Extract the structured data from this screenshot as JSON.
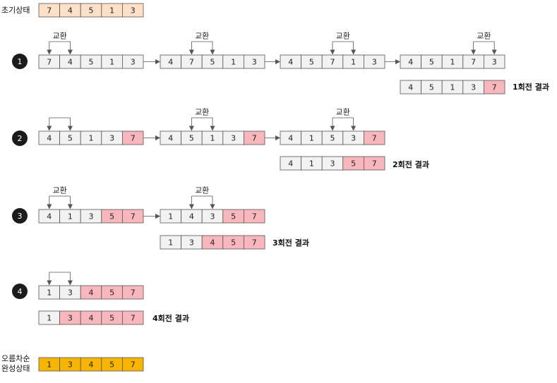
{
  "initial": {
    "label": "초기상태",
    "values": [
      "7",
      "4",
      "5",
      "1",
      "3"
    ]
  },
  "final": {
    "label_line1": "오름차순",
    "label_line2": "완성상태",
    "values": [
      "1",
      "3",
      "4",
      "5",
      "7"
    ]
  },
  "swap_label": "교환",
  "passes": [
    {
      "number": "1",
      "states": [
        {
          "values": [
            "7",
            "4",
            "5",
            "1",
            "3"
          ],
          "sorted_count": 0,
          "arrow_between": [
            0,
            1
          ],
          "arrow_label": true
        },
        {
          "values": [
            "4",
            "7",
            "5",
            "1",
            "3"
          ],
          "sorted_count": 0,
          "arrow_between": [
            1,
            2
          ],
          "arrow_label": true
        },
        {
          "values": [
            "4",
            "5",
            "7",
            "1",
            "3"
          ],
          "sorted_count": 0,
          "arrow_between": [
            2,
            3
          ],
          "arrow_label": true
        },
        {
          "values": [
            "4",
            "5",
            "1",
            "7",
            "3"
          ],
          "sorted_count": 0,
          "arrow_between": [
            3,
            4
          ],
          "arrow_label": true
        }
      ],
      "result": {
        "values": [
          "4",
          "5",
          "1",
          "3",
          "7"
        ],
        "sorted_count": 1,
        "label": "1회전 결과"
      }
    },
    {
      "number": "2",
      "states": [
        {
          "values": [
            "4",
            "5",
            "1",
            "3",
            "7"
          ],
          "sorted_count": 1,
          "arrow_between": [
            0,
            1
          ],
          "arrow_label": false
        },
        {
          "values": [
            "4",
            "5",
            "1",
            "3",
            "7"
          ],
          "sorted_count": 1,
          "arrow_between": [
            1,
            2
          ],
          "arrow_label": true
        },
        {
          "values": [
            "4",
            "1",
            "5",
            "3",
            "7"
          ],
          "sorted_count": 1,
          "arrow_between": [
            2,
            3
          ],
          "arrow_label": true
        }
      ],
      "result": {
        "values": [
          "4",
          "1",
          "3",
          "5",
          "7"
        ],
        "sorted_count": 2,
        "label": "2회전 결과"
      }
    },
    {
      "number": "3",
      "states": [
        {
          "values": [
            "4",
            "1",
            "3",
            "5",
            "7"
          ],
          "sorted_count": 2,
          "arrow_between": [
            0,
            1
          ],
          "arrow_label": true
        },
        {
          "values": [
            "1",
            "4",
            "3",
            "5",
            "7"
          ],
          "sorted_count": 2,
          "arrow_between": [
            1,
            2
          ],
          "arrow_label": true
        }
      ],
      "result": {
        "values": [
          "1",
          "3",
          "4",
          "5",
          "7"
        ],
        "sorted_count": 3,
        "label": "3회전 결과"
      }
    },
    {
      "number": "4",
      "states": [
        {
          "values": [
            "1",
            "3",
            "4",
            "5",
            "7"
          ],
          "sorted_count": 3,
          "arrow_between": [
            0,
            1
          ],
          "arrow_label": false
        }
      ],
      "result": {
        "values": [
          "1",
          "3",
          "4",
          "5",
          "7"
        ],
        "sorted_count": 4,
        "label": "4회전 결과"
      }
    }
  ],
  "colors": {
    "initial_fill": "#fde0c8",
    "cell_fill": "#f2f2f2",
    "sorted_fill": "#f7b7bd",
    "final_fill": "#f7b500",
    "cell_border": "#555555",
    "badge_fill": "#1b1b1b",
    "badge_text": "#ffffff"
  }
}
